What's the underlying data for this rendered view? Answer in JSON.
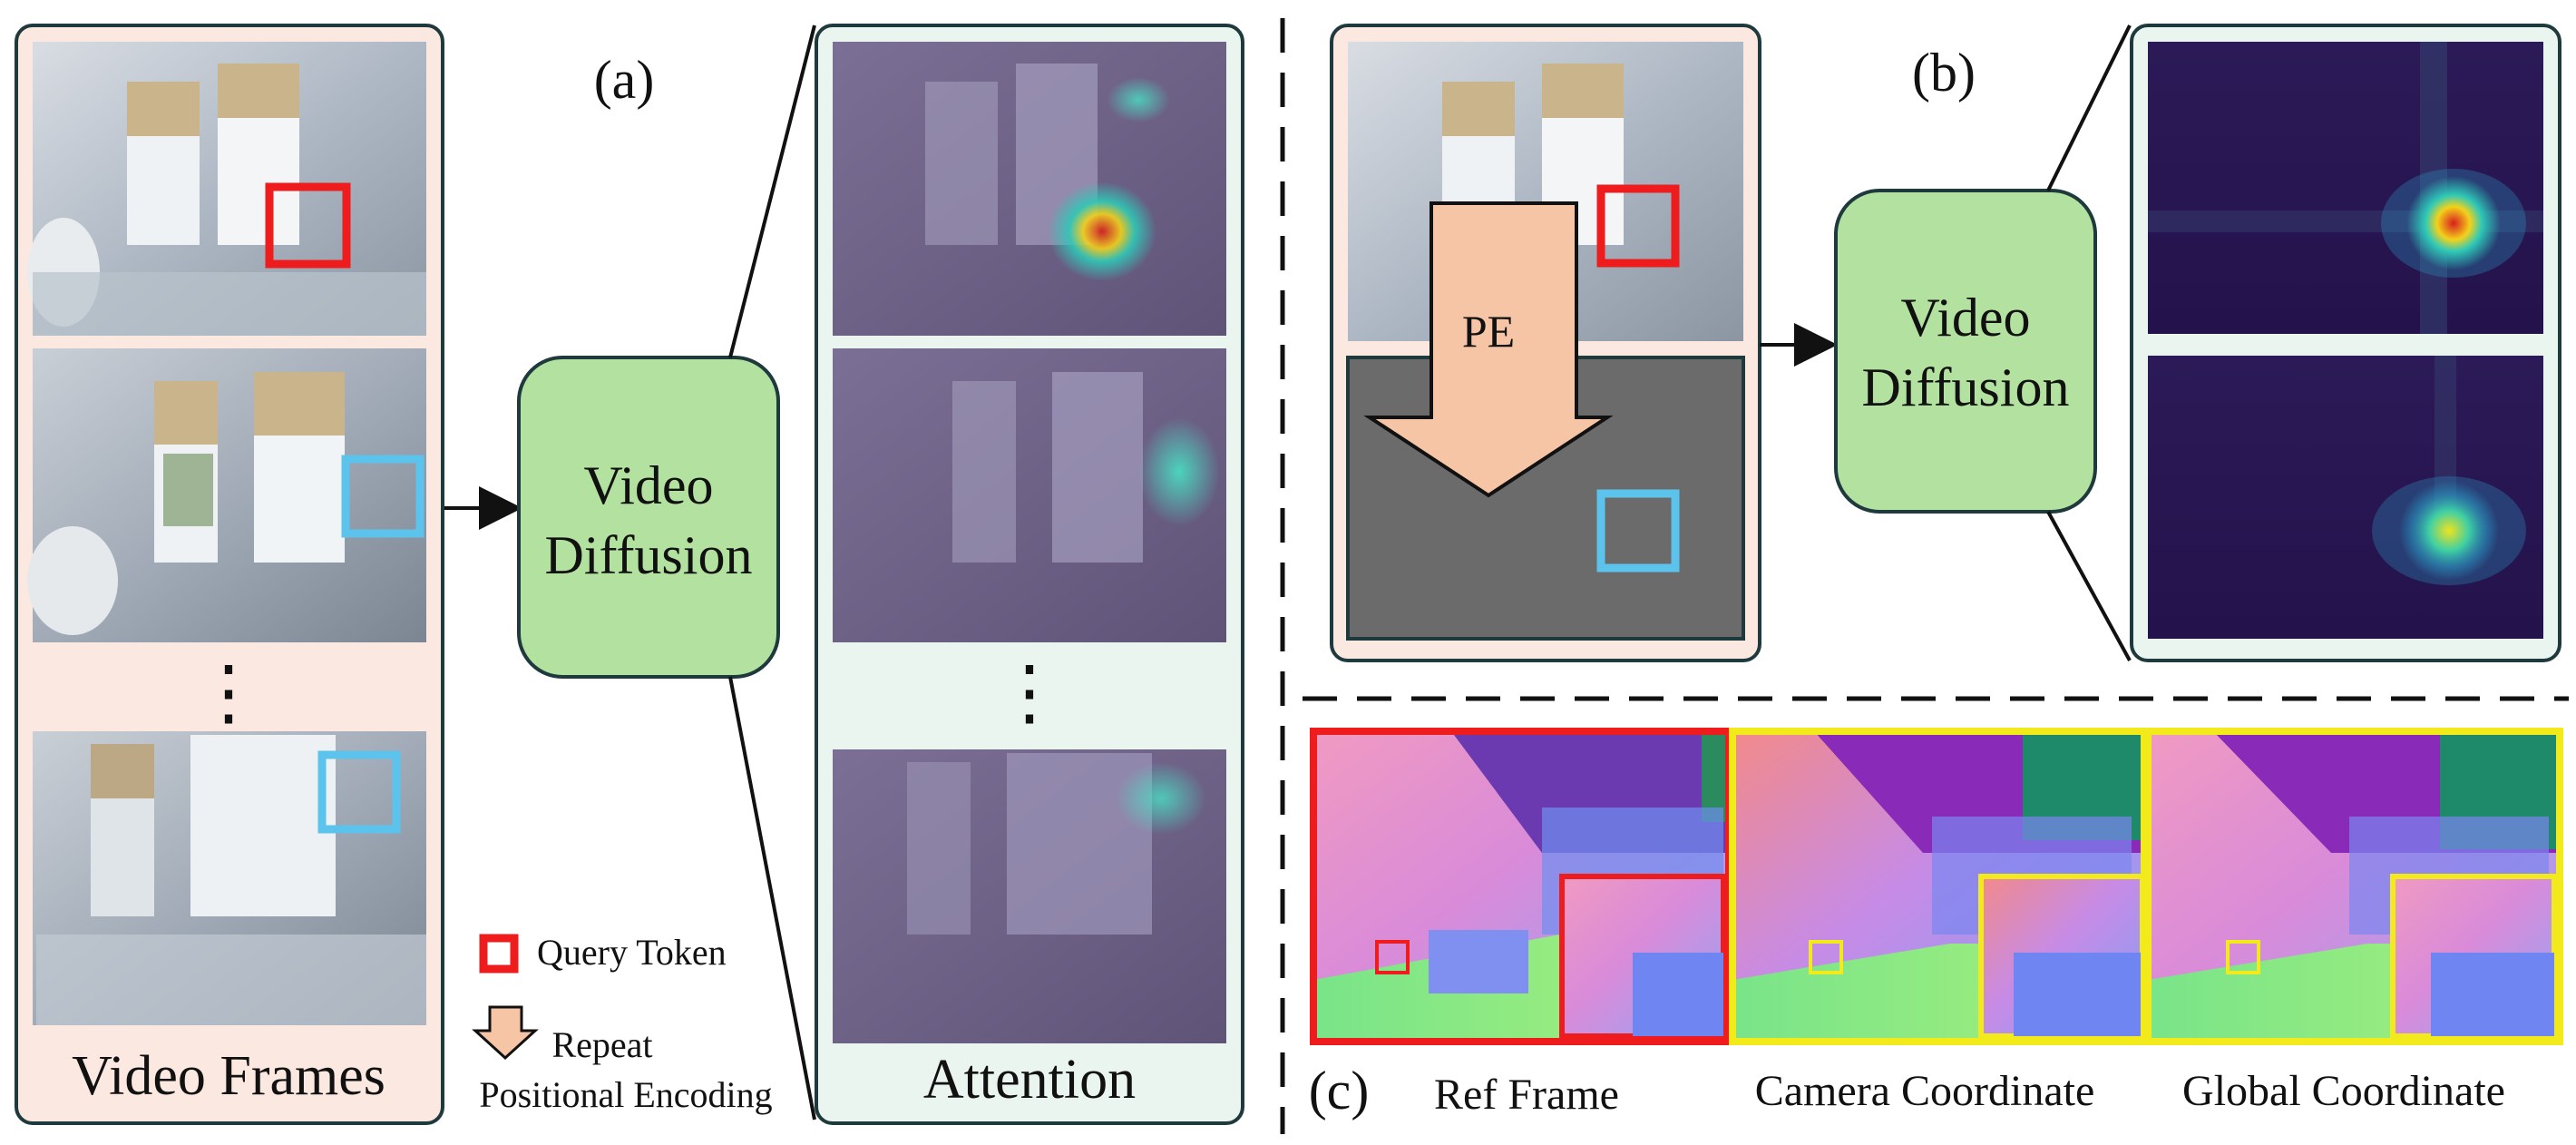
{
  "panel_a": {
    "tag": "(a)",
    "frames_label": "Video Frames",
    "model_label_line1": "Video",
    "model_label_line2": "Diffusion",
    "attention_label": "Attention",
    "ellipsis": "⋮"
  },
  "panel_b": {
    "tag": "(b)",
    "pe_label": "PE",
    "model_label_line1": "Video",
    "model_label_line2": "Diffusion"
  },
  "panel_c": {
    "tag": "(c)",
    "captions": [
      "Ref Frame",
      "Camera Coordinate",
      "Global Coordinate"
    ]
  },
  "legend": {
    "query_token": "Query Token",
    "repeat_pe_line1": "Repeat",
    "repeat_pe_line2": "Positional Encoding"
  },
  "colors": {
    "frames_bg": "#fbe9e1",
    "attention_bg": "#eaf5ef",
    "model_fill": "#b3e2a0",
    "query_red": "#ee1c1c",
    "match_blue": "#5bc3ec",
    "pe_arrow": "#f6c5a5",
    "highlight_yellow": "#f2ea1b",
    "gray_frame": "#6b6b6b"
  }
}
